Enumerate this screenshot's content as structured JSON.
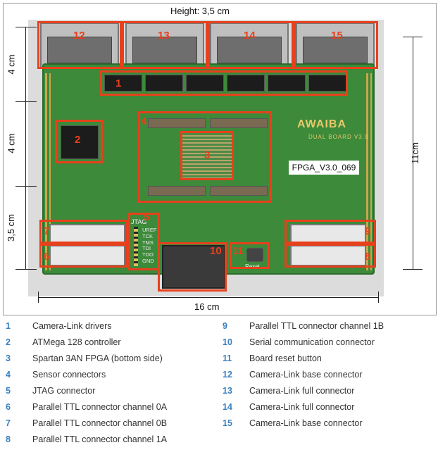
{
  "figure": {
    "height_label": "Height: 3,5 cm",
    "width_label": "16 cm",
    "height_right_label": "11cm",
    "left_dims": [
      "4 cm",
      "4 cm",
      "3,5 cm"
    ],
    "board_logo": "AWAIBA",
    "board_subtitle": "DUAL BOARD V3.0",
    "fpga_label": "FPGA_V3.0_069",
    "jtag_label": "JTAG",
    "jtag_pins": [
      "UREF",
      "TCK",
      "TMS",
      "TDI",
      "TDO",
      "GND"
    ],
    "reset_label": "Reset",
    "callouts": [
      "1",
      "2",
      "3",
      "4",
      "5",
      "6",
      "7",
      "8",
      "9",
      "10",
      "11",
      "12",
      "13",
      "14",
      "15"
    ],
    "accent_color": "#e8401c",
    "number_color": "#3a7fc1"
  },
  "legend": [
    {
      "num": "1",
      "text": "Camera-Link drivers"
    },
    {
      "num": "2",
      "text": "ATMega 128 controller"
    },
    {
      "num": "3",
      "text": "Spartan 3AN FPGA (bottom side)"
    },
    {
      "num": "4",
      "text": "Sensor connectors"
    },
    {
      "num": "5",
      "text": "JTAG connector"
    },
    {
      "num": "6",
      "text": "Parallel TTL connector channel 0A"
    },
    {
      "num": "7",
      "text": "Parallel TTL connector channel 0B"
    },
    {
      "num": "8",
      "text": "Parallel TTL connector channel 1A"
    },
    {
      "num": "9",
      "text": "Parallel TTL connector channel 1B"
    },
    {
      "num": "10",
      "text": "Serial communication connector"
    },
    {
      "num": "11",
      "text": "Board reset button"
    },
    {
      "num": "12",
      "text": "Camera-Link base connector"
    },
    {
      "num": "13",
      "text": "Camera-Link full connector"
    },
    {
      "num": "14",
      "text": "Camera-Link full connector"
    },
    {
      "num": "15",
      "text": "Camera-Link base connector"
    }
  ]
}
